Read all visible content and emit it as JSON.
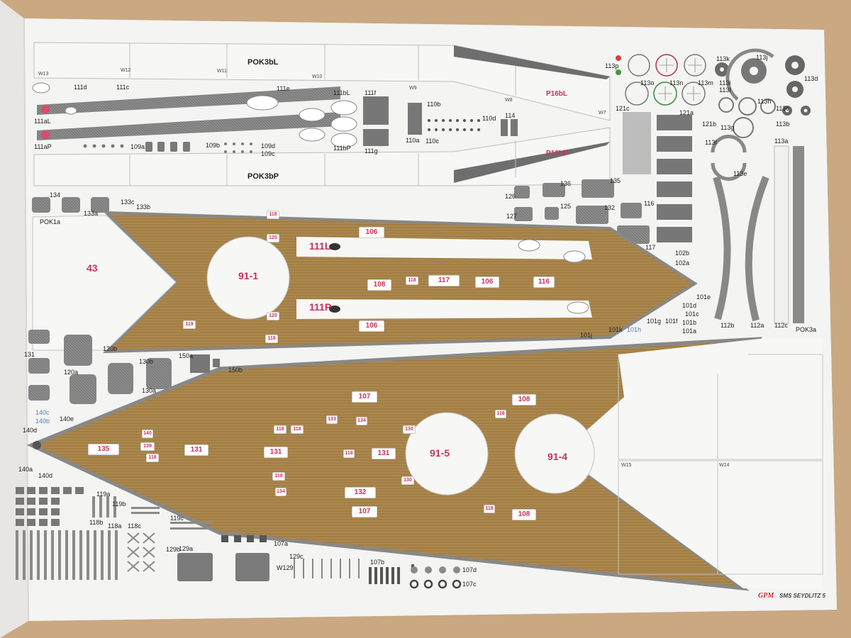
{
  "sheet": {
    "brand": "GPM",
    "title": "SMS SEYDLITZ 5"
  },
  "labels": {
    "pok3bl": "POK3bL",
    "pok3bp": "POK3bP",
    "p16bl": "P16bL",
    "p16bp": "P16bP",
    "pok1a": "POK1a",
    "pok3a": "POK3a",
    "w13": "W13",
    "w12": "W12",
    "w11": "W11",
    "w10": "W10",
    "w9": "W9",
    "w8": "W8",
    "w7": "W7",
    "w15": "W15",
    "w14": "W14",
    "p111d": "111d",
    "p111c": "111c",
    "p111al": "111aL",
    "p111ap": "111aP",
    "p111e": "111e",
    "p111bl": "111bL",
    "p111bp": "111bP",
    "p111f": "111f",
    "p111g": "111g",
    "p110b": "110b",
    "p110d": "110d",
    "p110a": "110a",
    "p110c": "110c",
    "p114": "114",
    "p109a": "109a",
    "p109b": "109b",
    "p109d": "109d",
    "p109c": "109c",
    "p113p": "113p",
    "p113o": "113o",
    "p113n": "113n",
    "p113m": "113m",
    "p113k": "113k",
    "p113j": "113j",
    "p113i": "113i",
    "p113l": "113l",
    "p113d": "113d",
    "p113h": "113h",
    "p113c": "113c",
    "p113b": "113b",
    "p113a": "113a",
    "p113f": "113f",
    "p113g": "113g",
    "p113e": "113e",
    "p121c": "121c",
    "p121a": "121a",
    "p121b": "121b",
    "p134": "134",
    "p133c": "133c",
    "p133a": "133a",
    "p133b": "133b",
    "p126": "126",
    "p136": "136",
    "p135": "135",
    "p127": "127",
    "p125": "125",
    "p132": "132",
    "p116": "116",
    "p117": "117",
    "p102b": "102b",
    "p102a": "102a",
    "p101e": "101e",
    "p101d": "101d",
    "p101c": "101c",
    "p101b": "101b",
    "p101a": "101a",
    "p101g": "101g",
    "p101f": "101f",
    "p101k": "101k",
    "p101h": "101h",
    "p101j": "101j",
    "p112b": "112b",
    "p112a": "112a",
    "p112c": "112c",
    "p131": "131",
    "p120b": "120b",
    "p120a": "120a",
    "p130b": "130b",
    "p130a": "130a",
    "p150a": "150a",
    "p150b": "150b",
    "p140c": "140c",
    "p140b": "140b",
    "p140e": "140e",
    "p140d": "140d",
    "p140a": "140a",
    "p140d2": "140d",
    "p119a": "119a",
    "p119b": "119b",
    "p119c": "119c",
    "p118b": "118b",
    "p118a": "118a",
    "p118c": "118c",
    "p129b": "129b",
    "p129a": "129a",
    "p129c": "129c",
    "pw129": "W129",
    "p107a": "107a",
    "p107b": "107b",
    "p107d": "107d",
    "p107c": "107c"
  },
  "deck_tags": {
    "p43": "43",
    "p91_1": "91-1",
    "p111l": "111L",
    "p111p": "111P",
    "p106a": "106",
    "p106b": "106",
    "p106c": "106",
    "p108a": "108",
    "p117": "117",
    "p116": "116",
    "p118a": "118",
    "p118b": "118",
    "p118c": "118",
    "p118d": "118",
    "p118e": "118",
    "p118f": "118",
    "p118g": "118",
    "p118h": "118",
    "p118i": "118",
    "p118j": "118",
    "p120a": "120",
    "p120b": "120",
    "p119a": "119",
    "p107a": "107",
    "p107b": "107",
    "p108b": "108",
    "p108c": "108",
    "p135": "135",
    "p131a": "131",
    "p131b": "131",
    "p131c": "131",
    "p132": "132",
    "p133": "133",
    "p134a": "134",
    "p134b": "134",
    "p130a": "130",
    "p130b": "130",
    "p140": "140",
    "p139": "139",
    "p91_5": "91-5",
    "p91_4": "91-4"
  },
  "colors": {
    "paper": "#f4f4f2",
    "background": "#c9a882",
    "deck_wood": "#a8844a",
    "part_grey": "#8c8c8c",
    "part_red": "#c8335a",
    "part_blue": "#4a86c9",
    "brand_red": "#d0283c"
  }
}
